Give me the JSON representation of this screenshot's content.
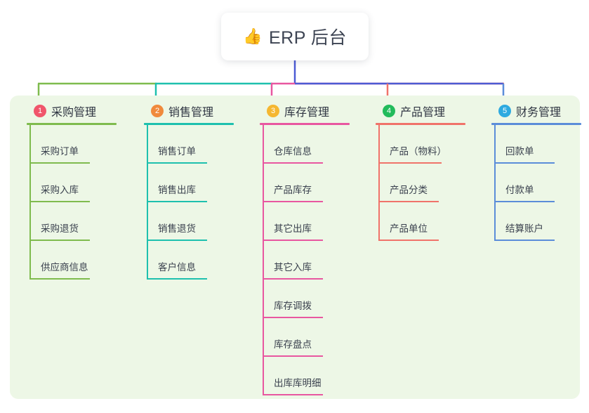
{
  "page": {
    "background_color": "#ffffff",
    "panel_color": "#edf7e6"
  },
  "root": {
    "emoji": "👍",
    "title": "ERP 后台",
    "stem_color": "#4c5bd4"
  },
  "branches": [
    {
      "number": "1",
      "label": "采购管理",
      "badge_color": "#f0556b",
      "line_color": "#7fbb4e",
      "items": [
        "采购订单",
        "采购入库",
        "采购退货",
        "供应商信息"
      ]
    },
    {
      "number": "2",
      "label": "销售管理",
      "badge_color": "#f08a3c",
      "line_color": "#1ec0ae",
      "items": [
        "销售订单",
        "销售出库",
        "销售退货",
        "客户信息"
      ]
    },
    {
      "number": "3",
      "label": "库存管理",
      "badge_color": "#f5b731",
      "line_color": "#e857a0",
      "items": [
        "仓库信息",
        "产品库存",
        "其它出库",
        "其它入库",
        "库存调拨",
        "库存盘点",
        "出库库明细"
      ]
    },
    {
      "number": "4",
      "label": "产品管理",
      "badge_color": "#22bb5b",
      "line_color": "#f0736a",
      "items": [
        "产品（物料）",
        "产品分类",
        "产品单位"
      ]
    },
    {
      "number": "5",
      "label": "财务管理",
      "badge_color": "#2eaae0",
      "line_color": "#5b8dd9",
      "items": [
        "回款单",
        "付款单",
        "结算账户"
      ]
    }
  ]
}
